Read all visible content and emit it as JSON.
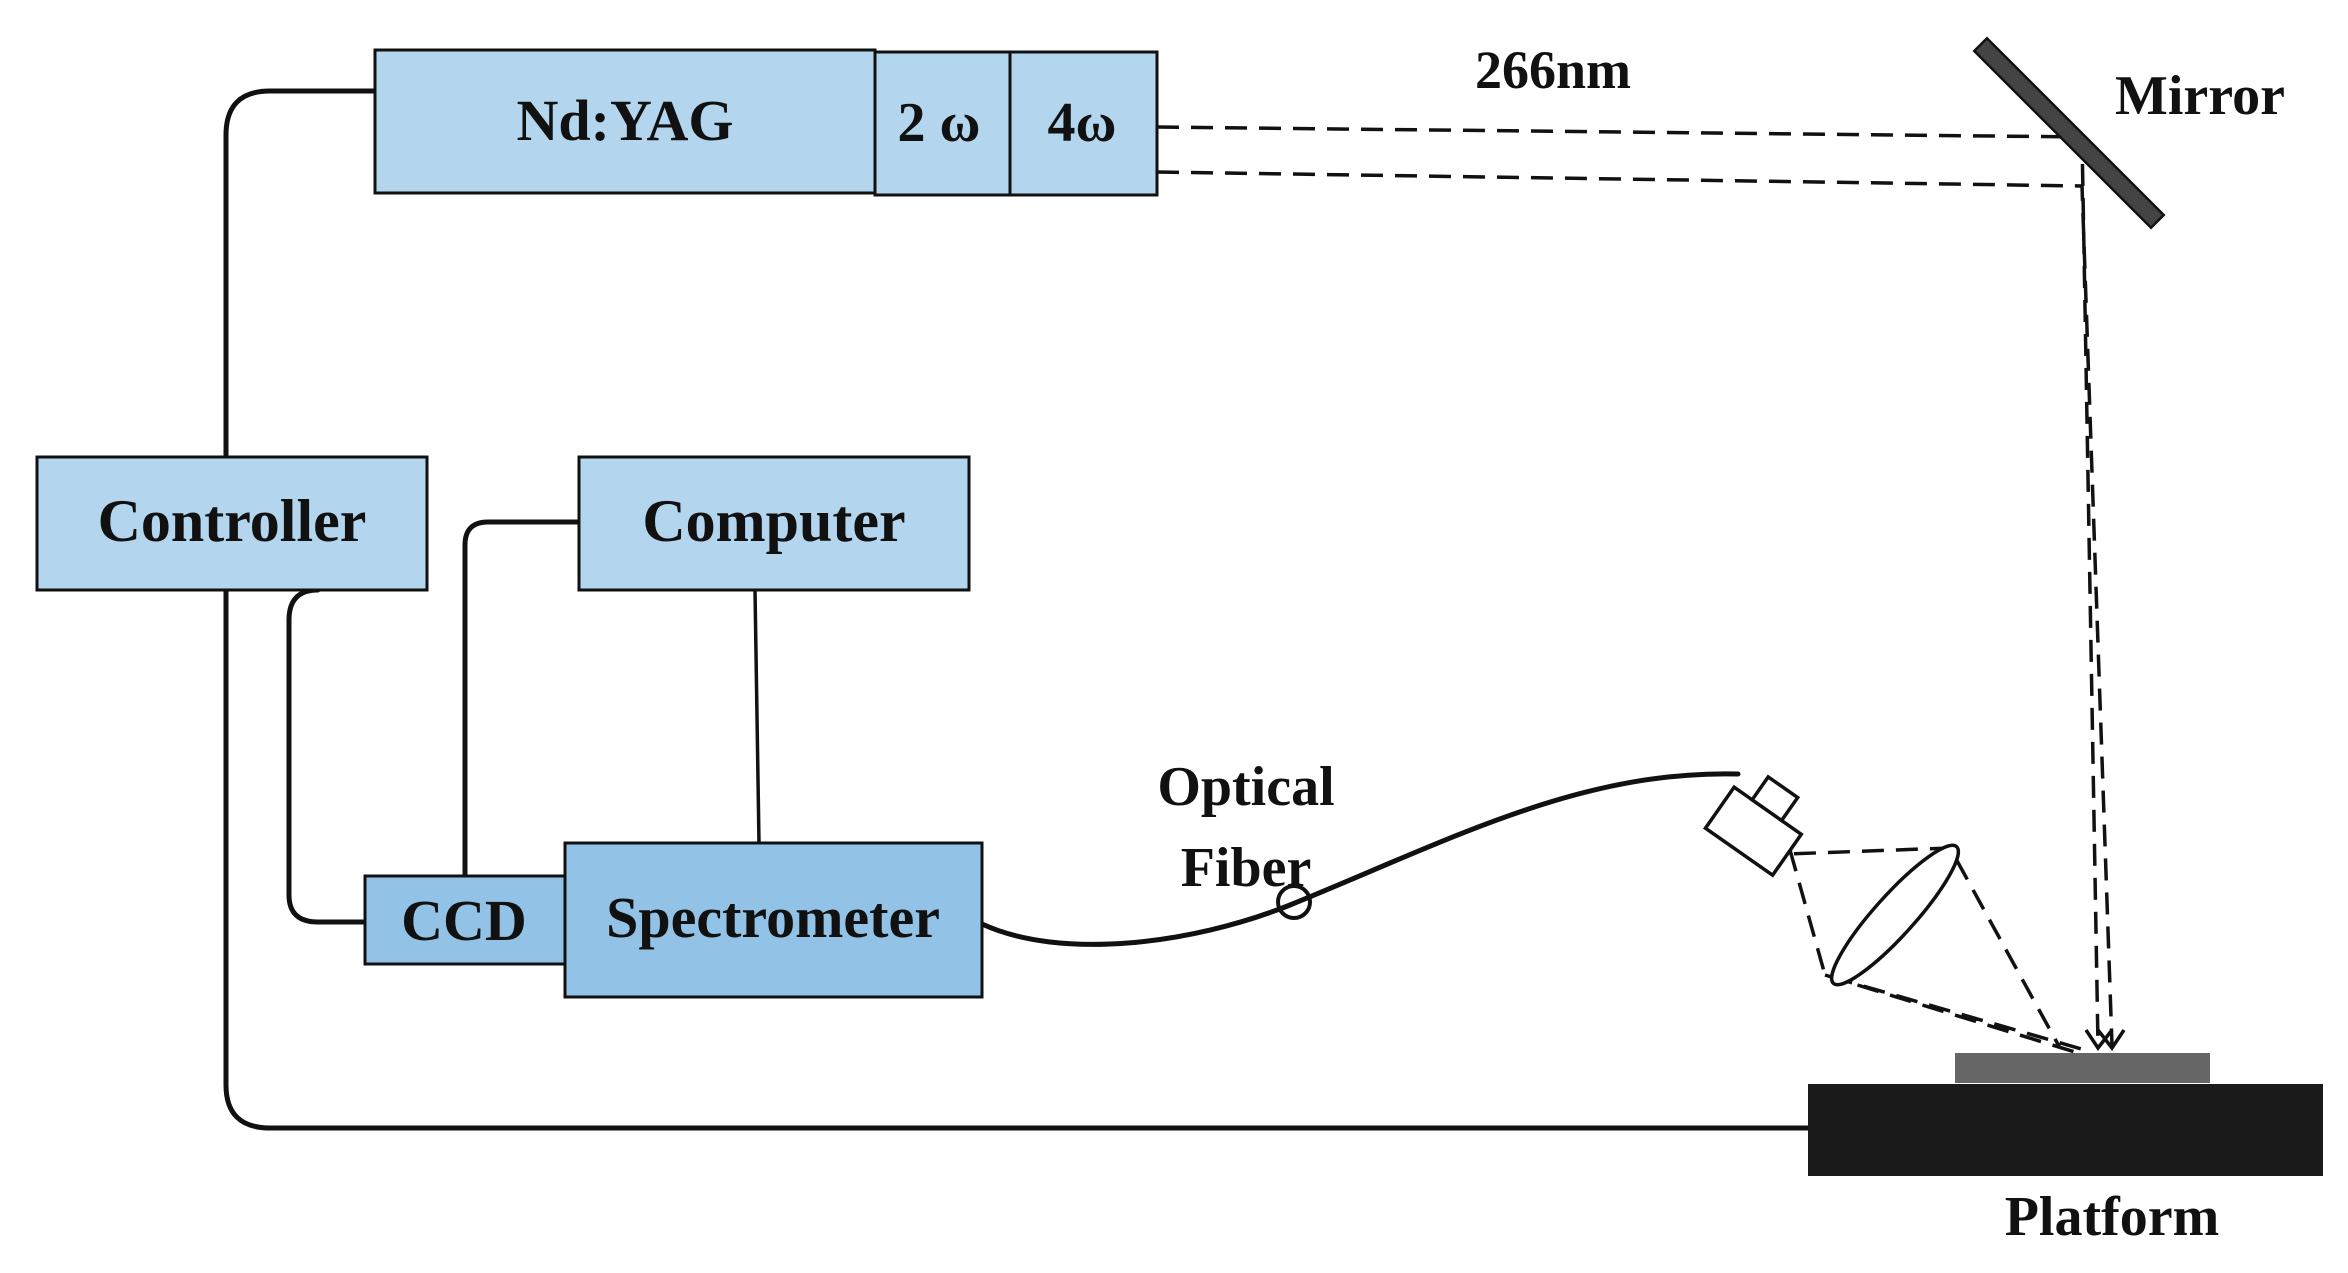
{
  "colors": {
    "box_light": "#b3d6ee",
    "box_dark": "#92c3e6",
    "platform": "#1a1a1a",
    "sample": "#666666",
    "line": "#111111"
  },
  "labels": {
    "laser": "Nd:YAG",
    "doubler": "2 ω",
    "quadrupler": "4ω",
    "wavelength": "266nm",
    "mirror": "Mirror",
    "controller": "Controller",
    "computer": "Computer",
    "ccd": "CCD",
    "spectrometer": "Spectrometer",
    "fiber_line1": "Optical",
    "fiber_line2": "Fiber",
    "platform": "Platform"
  }
}
